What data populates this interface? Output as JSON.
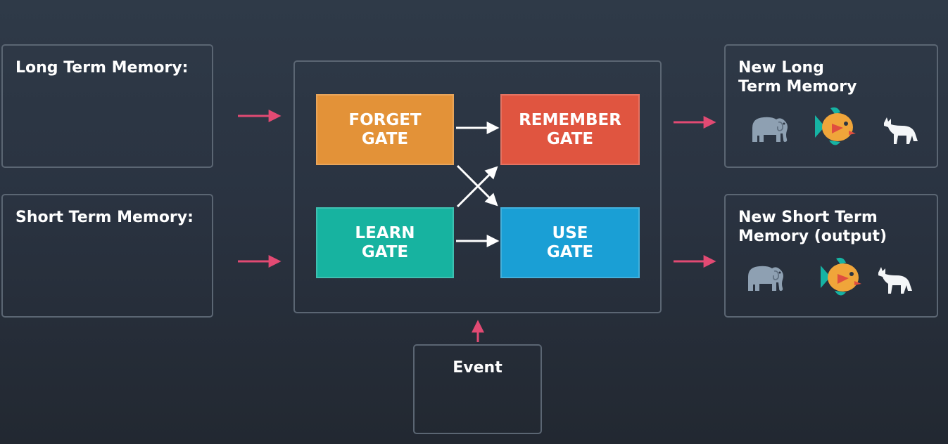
{
  "inputs": {
    "long_term": "Long Term Memory:",
    "short_term": "Short Term Memory:",
    "event": "Event"
  },
  "gates": {
    "forget": "FORGET\nGATE",
    "remember": "REMEMBER\nGATE",
    "learn": "LEARN\nGATE",
    "use": "USE\nGATE"
  },
  "outputs": {
    "new_long_term": "New Long\nTerm Memory",
    "new_short_term": "New Short Term\nMemory (output)",
    "icons": [
      "elephant-icon",
      "fish-icon",
      "wolf-icon"
    ]
  },
  "colors": {
    "forget": "#e39238",
    "remember": "#e05540",
    "learn": "#17b3a0",
    "use": "#1a9fd5",
    "input_arrow": "#e24a73",
    "internal_arrow": "#ffffff"
  }
}
